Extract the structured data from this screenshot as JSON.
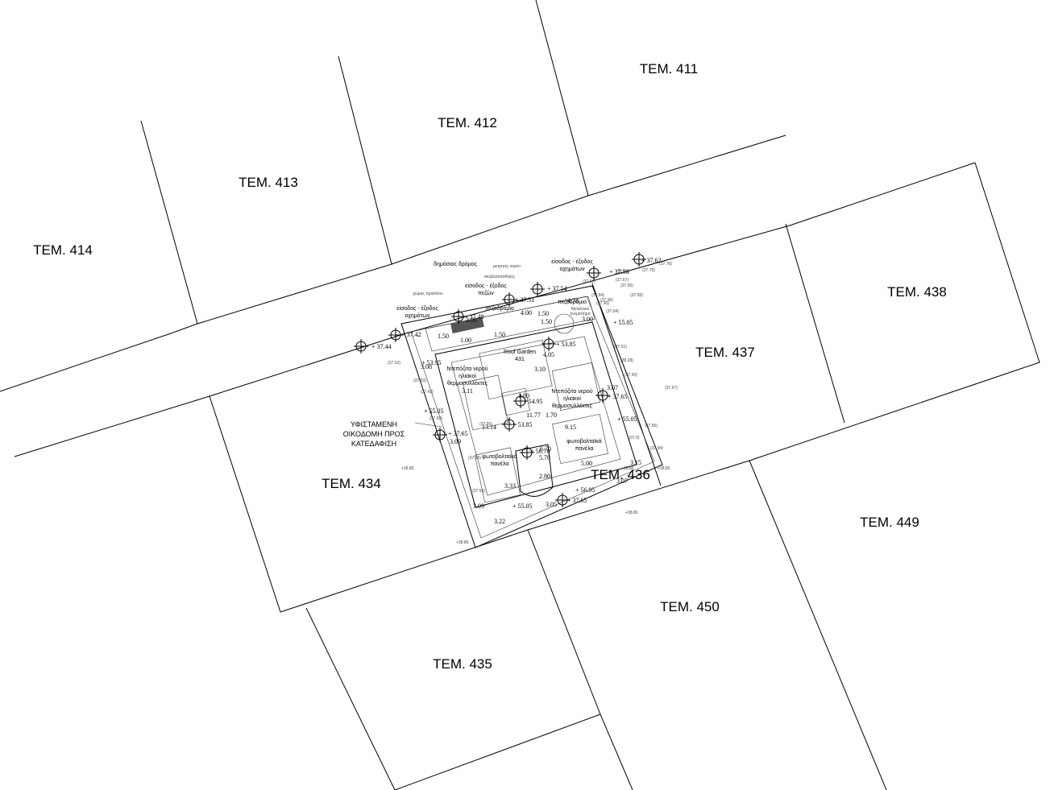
{
  "plots": [
    "ΤΕΜ. 411",
    "ΤΕΜ. 412",
    "ΤΕΜ. 413",
    "ΤΕΜ. 414",
    "ΤΕΜ. 438",
    "ΤΕΜ. 437",
    "ΤΕΜ. 434",
    "ΤΕΜ. 436",
    "ΤΕΜ. 449",
    "ΤΕΜ. 450",
    "ΤΕΜ. 435"
  ],
  "demolition_note": [
    "ΥΦΙΣΤΑΜΕΝΗ",
    "ΟΙΚΟΔΟΜΗ ΠΡΟΣ",
    "ΚΑΤΕΔΑΦΙΣΗ"
  ],
  "site_labels": {
    "public_road": "δημόσιος δρόμος",
    "water_meters": "μετρητές νερού",
    "trash_bins": "σκυβαλαποθήκες",
    "vehicle_entry_1": [
      "είσοδος - έξοδος",
      "οχημάτων"
    ],
    "vehicle_entry_2": [
      "είσοδος - έξοδος",
      "οχημάτων"
    ],
    "pedestrian_entry": [
      "είσοδος - έξοδος",
      "πεζών"
    ],
    "green_space": "χώρος πρασίνου",
    "sidewalk_1": "πεζοδρόμιο",
    "sidewalk_2": "πεζοδρόμιο",
    "metal_fan": [
      "Μεταλλικό",
      "ανεμιστήρα"
    ],
    "roof_garden": [
      "Roof Garden",
      "431"
    ],
    "water_tanks_1": [
      "Ντεπόζιτα νερού",
      "ηλιακοί",
      "θερμοσυλλέκτες"
    ],
    "water_tanks_2": [
      "Ντεπόζιτα νερού",
      "ηλιακοί",
      "θερμοσυλλέκτες"
    ],
    "pv_panels_1": [
      "φωτοβολταϊκά",
      "πανέλα"
    ],
    "pv_panels_2": [
      "φωτοβολταϊκά",
      "πανέλα"
    ]
  },
  "levels": [
    "+ 37.62",
    "+ 37.56",
    "+ 37.54",
    "+ 37.51",
    "+ 37.48",
    "+ 37.42",
    "+ 37.44",
    "+ 53.85",
    "+ 53.85",
    "+ 37.65",
    "+ 37.65",
    "+ 37.65",
    "+ 54.95",
    "+ 56.70",
    "+ 56.95",
    "+ 53.95",
    "+ 55.05",
    "+ 55.05",
    "+ 55.05",
    "+ 55.05",
    "+38.80",
    "+38.80",
    "+38.80",
    "+38.80",
    "+38.80"
  ],
  "dimensions": [
    "4.78",
    "1.50",
    "4.00",
    "1.50",
    "1.50",
    "3.00",
    "1.50",
    "3.00",
    "4.05",
    "3.10",
    "3.08",
    "3.11",
    "3.07",
    "11.77",
    "1.70",
    "1.80",
    "13.14",
    "9.15",
    "3.09",
    "6.70",
    "5.70",
    "5.00",
    "2.80",
    "3.15",
    "3.07",
    "3.33",
    "3.09",
    "3.05",
    "3.22",
    "1.00"
  ],
  "spot_heights": [
    "(37.76)",
    "(37.76)",
    "(37.68)",
    "(37.67)",
    "(37.65)",
    "(37.64)",
    "(37.52)",
    "(37.53)",
    "(37.42)",
    "(37.50)",
    "(37.55)",
    "(37.65)",
    "(37.55)",
    "(38.28)",
    "(37.42)",
    "(37.67)",
    "(37.85)",
    "(37.5)",
    "(37.94)",
    "(37.51)",
    "(37.62)",
    "(37.90)",
    "(37.96)",
    "(37.84)",
    "(37.65)"
  ]
}
